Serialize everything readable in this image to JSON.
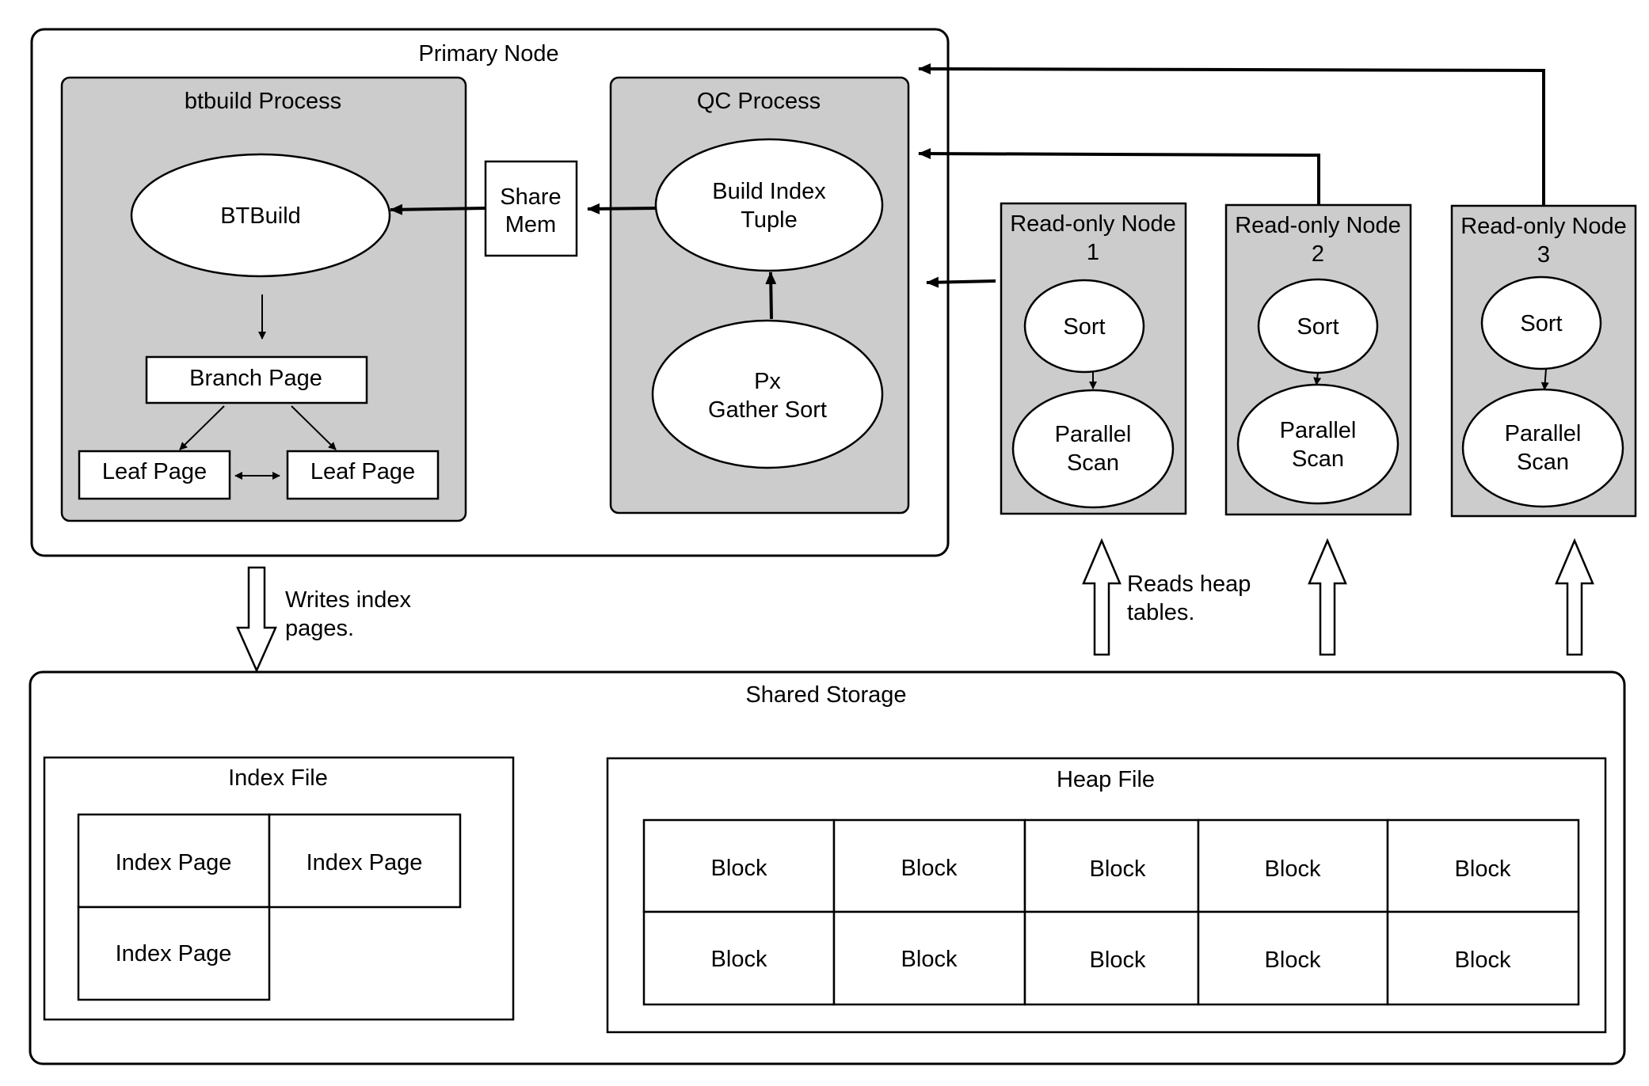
{
  "primary_node": {
    "title": "Primary Node",
    "btbuild_process": {
      "title": "btbuild Process",
      "btbuild": "BTBuild",
      "branch_page": "Branch Page",
      "leaf_page_left": "Leaf Page",
      "leaf_page_right": "Leaf Page"
    },
    "share_mem": {
      "line1": "Share",
      "line2": "Mem"
    },
    "qc_process": {
      "title": "QC Process",
      "build_index": {
        "line1": "Build Index",
        "line2": "Tuple"
      },
      "px_gather": {
        "line1": "Px",
        "line2": "Gather Sort"
      }
    }
  },
  "read_only_nodes": [
    {
      "title": "Read-only Node",
      "number": "1",
      "sort": "Sort",
      "scan_line1": "Parallel",
      "scan_line2": "Scan"
    },
    {
      "title": "Read-only Node",
      "number": "2",
      "sort": "Sort",
      "scan_line1": "Parallel",
      "scan_line2": "Scan"
    },
    {
      "title": "Read-only Node",
      "number": "3",
      "sort": "Sort",
      "scan_line1": "Parallel",
      "scan_line2": "Scan"
    }
  ],
  "annotations": {
    "writes": {
      "line1": "Writes index",
      "line2": "pages."
    },
    "reads": {
      "line1": "Reads heap",
      "line2": "tables."
    }
  },
  "shared_storage": {
    "title": "Shared Storage",
    "index_file": {
      "title": "Index File",
      "pages": [
        "Index Page",
        "Index Page",
        "Index Page"
      ]
    },
    "heap_file": {
      "title": "Heap File",
      "blocks": [
        [
          "Block",
          "Block",
          "Block",
          "Block",
          "Block"
        ],
        [
          "Block",
          "Block",
          "Block",
          "Block",
          "Block"
        ]
      ]
    }
  }
}
